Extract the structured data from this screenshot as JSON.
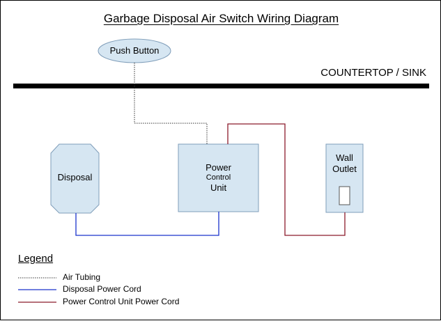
{
  "title": "Garbage Disposal Air Switch Wiring Diagram",
  "countertop_label": "COUNTERTOP / SINK",
  "nodes": {
    "push_button": "Push Button",
    "disposal": "Disposal",
    "power_control_unit": {
      "line1": "Power",
      "line2": "Control",
      "line3": "Unit"
    },
    "wall_outlet": {
      "line1": "Wall",
      "line2": "Outlet"
    }
  },
  "legend": {
    "title": "Legend",
    "items": [
      {
        "label": "Air Tubing",
        "style": "dotted",
        "color": "#333333"
      },
      {
        "label": "Disposal Power Cord",
        "style": "solid",
        "color": "#1a33cc"
      },
      {
        "label": "Power Control Unit Power Cord",
        "style": "solid",
        "color": "#8b1a2b"
      }
    ]
  },
  "colors": {
    "shape_fill": "#d6e6f2",
    "shape_stroke": "#7f9db9",
    "air_tubing": "#333333",
    "disposal_cord": "#1a33cc",
    "pcu_cord": "#8b1a2b",
    "countertop": "#000000"
  }
}
